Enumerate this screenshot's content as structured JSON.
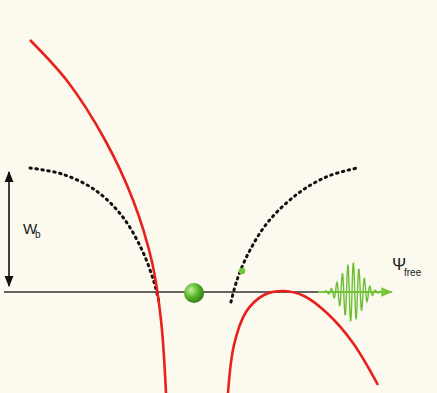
{
  "diagram": {
    "labels": [
      "W",
      "b",
      "Ψ",
      "free"
    ]
  }
}
